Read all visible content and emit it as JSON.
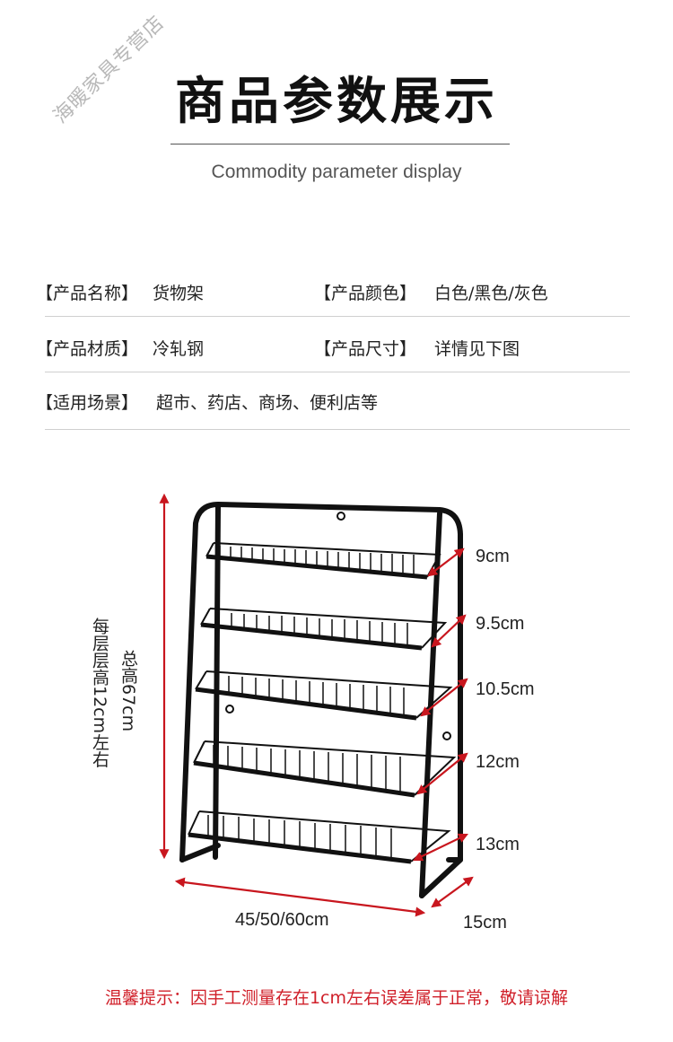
{
  "watermark": "海暖家具专营店",
  "header": {
    "title": "商品参数展示",
    "subtitle": "Commodity parameter display"
  },
  "params": {
    "name_label": "【产品名称】",
    "name_value": "货物架",
    "color_label": "【产品颜色】",
    "color_value": "白色/黑色/灰色",
    "material_label": "【产品材质】",
    "material_value": "冷轧钢",
    "size_label": "【产品尺寸】",
    "size_value": "详情见下图",
    "usage_label": "【适用场景】",
    "usage_value": "超市、药店、商场、便利店等"
  },
  "dimensions": {
    "shelf_depths": [
      "9cm",
      "9.5cm",
      "10.5cm",
      "12cm",
      "13cm"
    ],
    "total_height": "总高67cm",
    "layer_height": "每层层高12cm左右",
    "width": "45/50/60cm",
    "depth": "15cm"
  },
  "notice": "温馨提示：因手工测量存在1cm左右误差属于正常，敬请谅解",
  "colors": {
    "accent_red": "#d0202a",
    "arrow_red": "#c8161e",
    "frame": "#111111"
  }
}
